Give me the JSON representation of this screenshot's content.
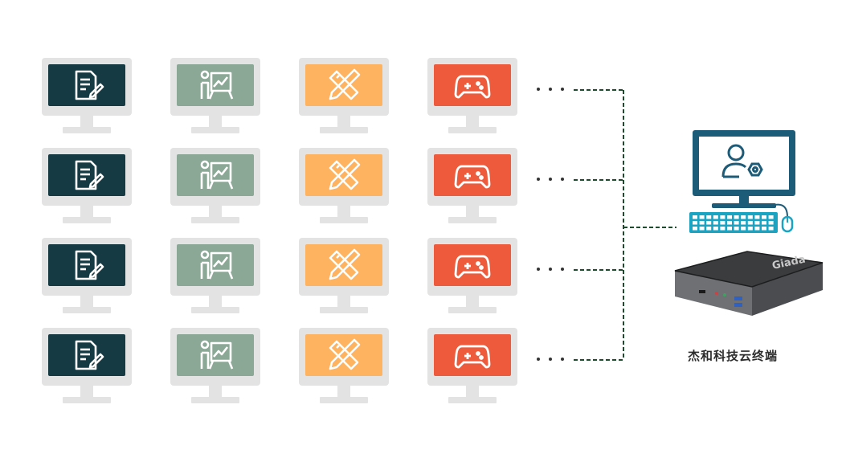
{
  "diagram": {
    "clients": {
      "rows": 4,
      "columns": [
        {
          "name": "document",
          "screen_color": "#153a44",
          "icon": "document-edit-icon"
        },
        {
          "name": "teaching",
          "screen_color": "#8ba896",
          "icon": "presentation-icon"
        },
        {
          "name": "design",
          "screen_color": "#fdb35f",
          "icon": "pencil-ruler-icon"
        },
        {
          "name": "gaming",
          "screen_color": "#ee5a3c",
          "icon": "gamepad-icon"
        }
      ],
      "monitor_frame_color": "#e3e3e3",
      "icon_color": "#ffffff"
    },
    "server_monitor": {
      "color": "#1d5c79",
      "icon": "user-settings-icon"
    },
    "keyboard": {
      "color": "#1aa4c4"
    },
    "device": {
      "name": "Giada",
      "body_color": "#2f3133"
    },
    "connector_color": "#1f4a2e",
    "caption": "杰和科技云终端"
  }
}
